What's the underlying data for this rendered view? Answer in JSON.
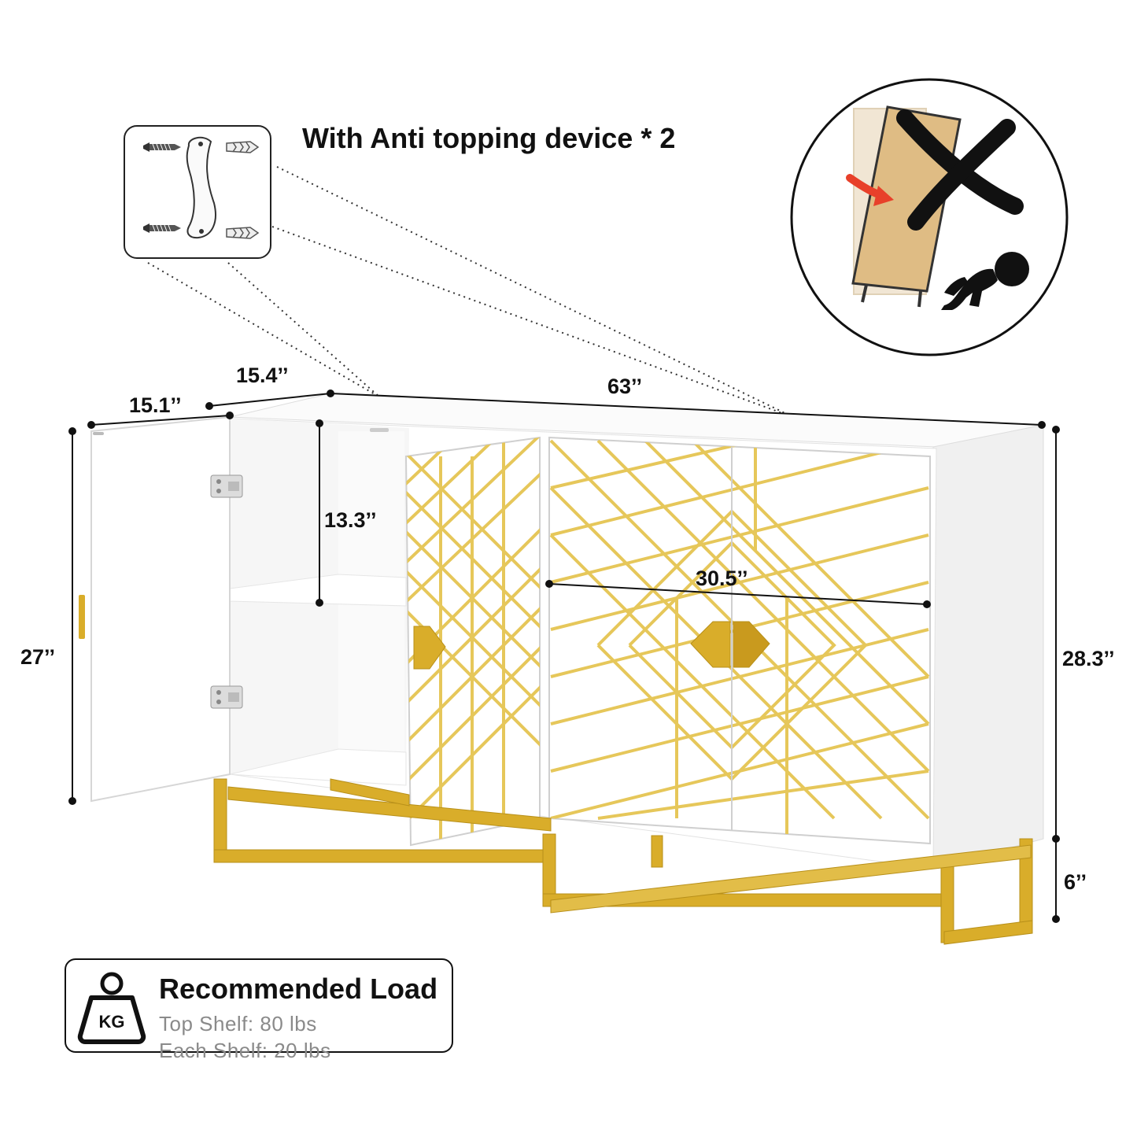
{
  "anti_tip": {
    "title": "With Anti topping device * 2"
  },
  "dimensions": {
    "depth_side": "15.1’’",
    "depth_top": "15.4’’",
    "width": "63’’",
    "height_left": "27’’",
    "shelf_gap": "13.3’’",
    "door_width": "30.5’’",
    "height_right": "28.3’’",
    "leg_height": "6’’"
  },
  "load": {
    "title": "Recommended Load",
    "icon_label": "KG",
    "top_shelf": "Top Shelf: 80 lbs",
    "each_shelf": "Each Shelf: 20 lbs"
  },
  "colors": {
    "gold": "#d9ad2a",
    "gold_line": "#e6c75a",
    "panel_white": "#ffffff",
    "cabinet_side": "#f2f2f2",
    "warning_wood": "#dfbc84"
  },
  "icons": [
    "screw-icon",
    "wall-anchor-icon",
    "bracket-strap-icon",
    "tip-over-warning-icon",
    "cross-icon",
    "crawling-baby-icon",
    "weight-kg-icon"
  ]
}
